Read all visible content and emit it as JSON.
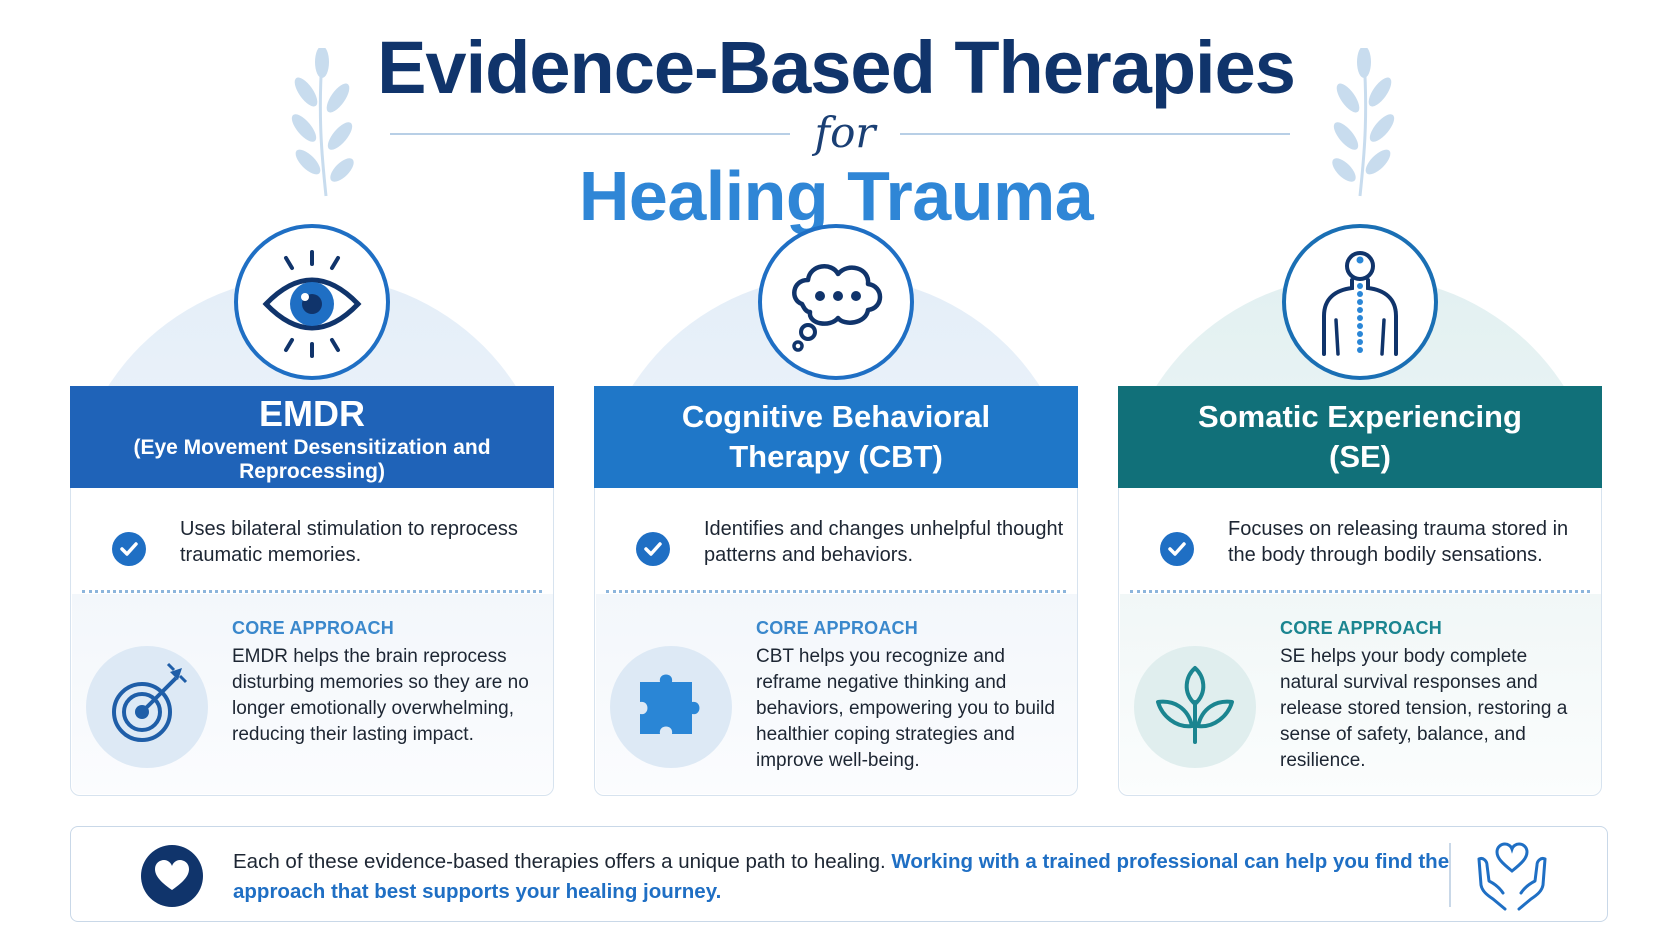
{
  "header": {
    "title_line1": "Evidence-Based Therapies",
    "connector": "for",
    "title_line2": "Healing Trauma"
  },
  "colors": {
    "navy": "#10346b",
    "blue": "#2f86d6",
    "band_emdr": "#1f63b8",
    "band_cbt": "#1f77c8",
    "band_se": "#117079"
  },
  "cards": [
    {
      "name": "EMDR",
      "subtitle": "(Eye Movement Desensitization and Reprocessing)",
      "icon": "eye-icon",
      "summary": "Uses bilateral stimulation to reprocess traumatic memories.",
      "core_label": "CORE APPROACH",
      "core_icon": "target-icon",
      "core_text": "EMDR helps the brain reprocess disturbing memories so they are no longer emotionally overwhelming, reducing their lasting impact."
    },
    {
      "name": "Cognitive Behavioral Therapy (CBT)",
      "subtitle": "",
      "icon": "thought-bubble-icon",
      "summary": "Identifies and changes unhelpful thought patterns and behaviors.",
      "core_label": "CORE APPROACH",
      "core_icon": "puzzle-piece-icon",
      "core_text": "CBT helps you recognize and reframe negative thinking and behaviors, empowering you to build healthier coping strategies and improve well-being."
    },
    {
      "name": "Somatic Experiencing (SE)",
      "subtitle": "",
      "icon": "body-spine-icon",
      "summary": "Focuses on releasing trauma stored in the body through bodily sensations.",
      "core_label": "CORE APPROACH",
      "core_icon": "sprout-icon",
      "core_text": "SE helps your body complete natural survival responses and release stored tension, restoring a sense of safety, balance, and resilience."
    }
  ],
  "footer": {
    "text_plain": "Each of these evidence-based therapies offers a unique path to healing. ",
    "text_highlight": "Working with a trained professional can help you find the approach that best supports your healing journey.",
    "left_icon": "heart-icon",
    "right_icon": "hands-heart-icon"
  }
}
